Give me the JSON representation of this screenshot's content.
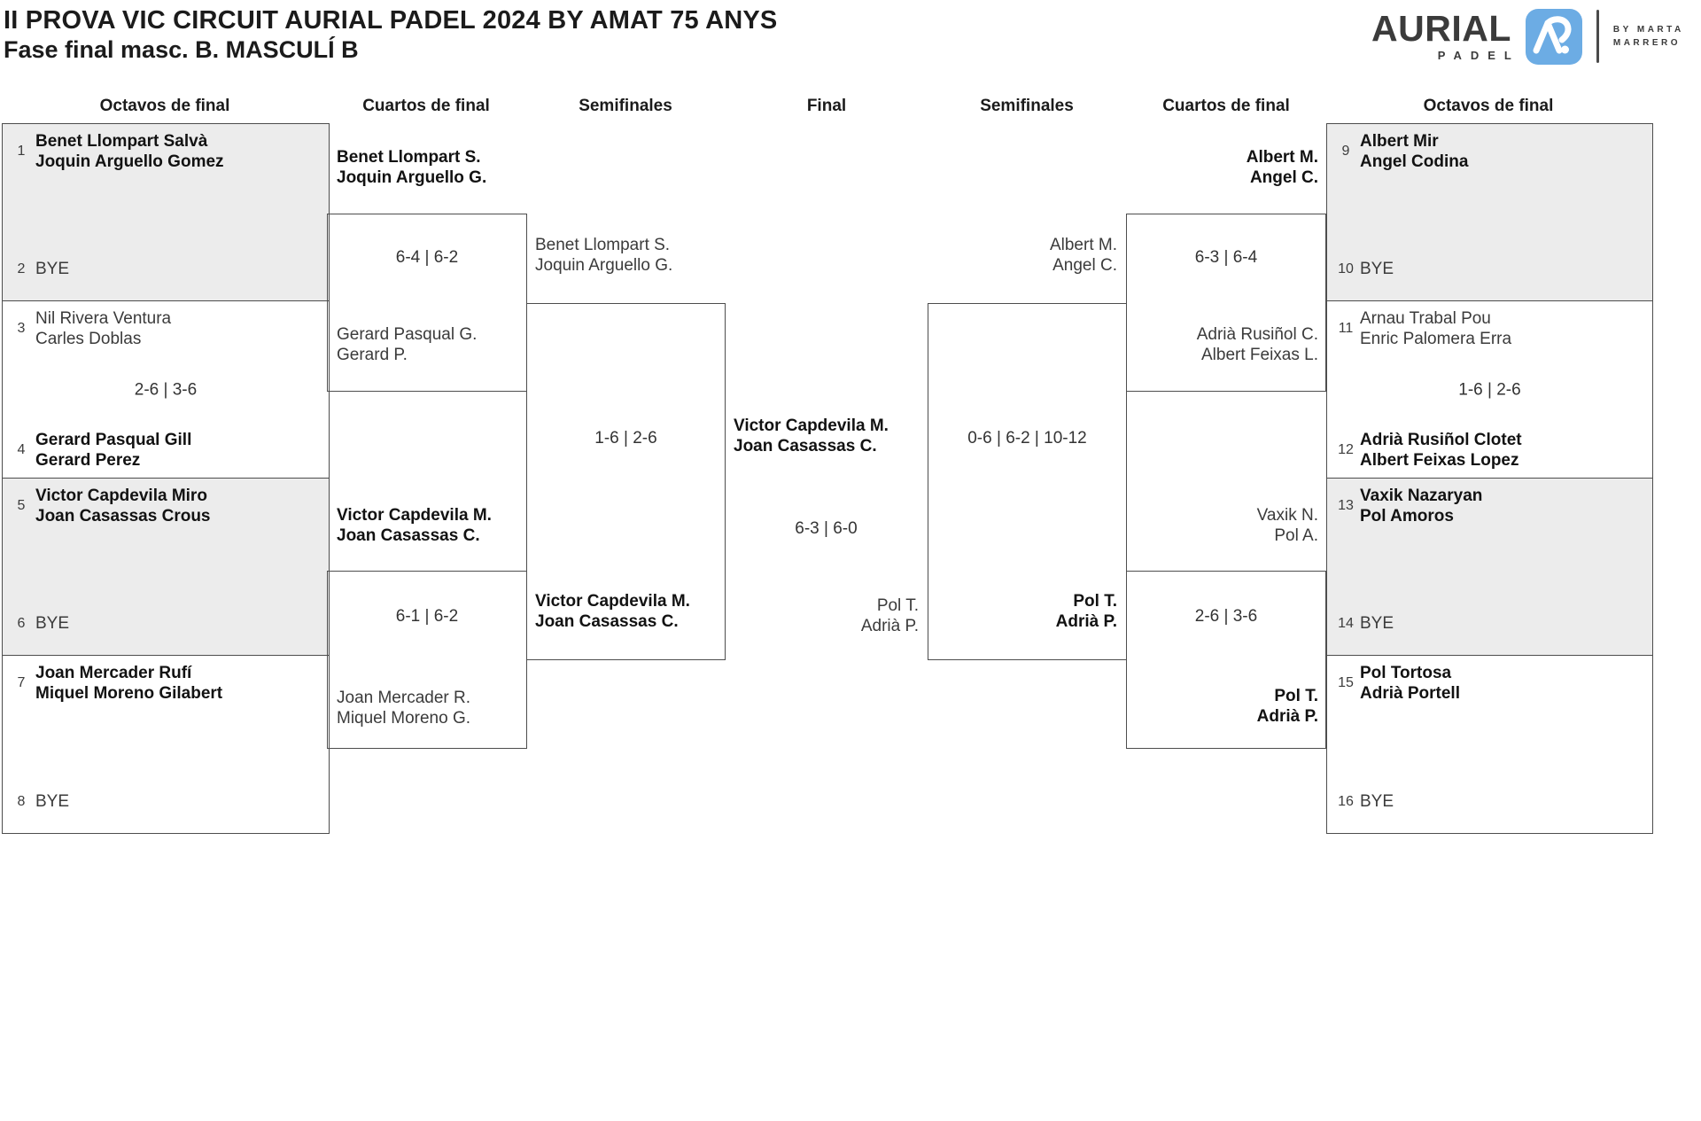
{
  "page": {
    "title": "II PROVA VIC CIRCUIT AURIAL PADEL 2024 BY AMAT 75 ANYS",
    "subtitle": "Fase final masc. B. MASCULÍ B"
  },
  "logo": {
    "brand": "AURIAL",
    "brand_sub": "PADEL",
    "credit_line1": "BY MARTA",
    "credit_line2": "MARRERO",
    "icon": "aurial-ar-monogram-icon",
    "icon_color": "#6CACE4",
    "ink_color": "#3B3B3B"
  },
  "rounds": [
    "Octavos de final",
    "Cuartos de final",
    "Semifinales",
    "Final",
    "Semifinales",
    "Cuartos de final",
    "Octavos de final"
  ],
  "colors": {
    "box_fill": "#ECECEC",
    "box_border": "#4D4D4D",
    "winner_text": "#121212",
    "regular_text": "#3B3B3B",
    "score_text": "#333333"
  },
  "bracket": {
    "octavos_left": {
      "matches": [
        {
          "p1": {
            "seed": "1",
            "name1": "Benet Llompart Salvà",
            "name2": "Joquin Arguello Gomez",
            "winner": true
          },
          "score": "",
          "p2": {
            "seed": "2",
            "name1": "BYE",
            "name2": "",
            "winner": false
          }
        },
        {
          "p1": {
            "seed": "3",
            "name1": "Nil Rivera Ventura",
            "name2": "Carles Doblas",
            "winner": false
          },
          "score": "2-6 | 3-6",
          "p2": {
            "seed": "4",
            "name1": "Gerard Pasqual Gill",
            "name2": "Gerard Perez",
            "winner": true
          }
        },
        {
          "p1": {
            "seed": "5",
            "name1": "Victor Capdevila Miro",
            "name2": "Joan Casassas Crous",
            "winner": true
          },
          "score": "",
          "p2": {
            "seed": "6",
            "name1": "BYE",
            "name2": "",
            "winner": false
          }
        },
        {
          "p1": {
            "seed": "7",
            "name1": "Joan Mercader Rufí",
            "name2": "Miquel Moreno Gilabert",
            "winner": true
          },
          "score": "",
          "p2": {
            "seed": "8",
            "name1": "BYE",
            "name2": "",
            "winner": false
          }
        }
      ]
    },
    "octavos_right": {
      "matches": [
        {
          "p1": {
            "seed": "9",
            "name1": "Albert Mir",
            "name2": "Angel Codina",
            "winner": true
          },
          "score": "",
          "p2": {
            "seed": "10",
            "name1": "BYE",
            "name2": "",
            "winner": false
          }
        },
        {
          "p1": {
            "seed": "11",
            "name1": "Arnau Trabal Pou",
            "name2": "Enric Palomera Erra",
            "winner": false
          },
          "score": "1-6 | 2-6",
          "p2": {
            "seed": "12",
            "name1": "Adrià Rusiñol Clotet",
            "name2": "Albert Feixas Lopez",
            "winner": true
          }
        },
        {
          "p1": {
            "seed": "13",
            "name1": "Vaxik Nazaryan",
            "name2": "Pol Amoros",
            "winner": true
          },
          "score": "",
          "p2": {
            "seed": "14",
            "name1": "BYE",
            "name2": "",
            "winner": false
          }
        },
        {
          "p1": {
            "seed": "15",
            "name1": "Pol Tortosa",
            "name2": "Adrià Portell",
            "winner": true
          },
          "score": "",
          "p2": {
            "seed": "16",
            "name1": "BYE",
            "name2": "",
            "winner": false
          }
        }
      ]
    },
    "cuartos_left": {
      "matches": [
        {
          "top": {
            "name1": "Benet Llompart S.",
            "name2": "Joquin Arguello G.",
            "winner": true
          },
          "score": "6-4 | 6-2",
          "bottom": {
            "name1": "Gerard Pasqual G.",
            "name2": "Gerard P.",
            "winner": false
          }
        },
        {
          "top": {
            "name1": "Victor Capdevila M.",
            "name2": "Joan Casassas C.",
            "winner": true
          },
          "score": "6-1 | 6-2",
          "bottom": {
            "name1": "Joan Mercader R.",
            "name2": "Miquel Moreno G.",
            "winner": false
          }
        }
      ]
    },
    "cuartos_right": {
      "matches": [
        {
          "top": {
            "name1": "Albert M.",
            "name2": "Angel C.",
            "winner": true
          },
          "score": "6-3 | 6-4",
          "bottom": {
            "name1": "Adrià Rusiñol C.",
            "name2": "Albert Feixas L.",
            "winner": false
          }
        },
        {
          "top": {
            "name1": "Vaxik N.",
            "name2": "Pol A.",
            "winner": false
          },
          "score": "2-6 | 3-6",
          "bottom": {
            "name1": "Pol T.",
            "name2": "Adrià P.",
            "winner": true
          }
        }
      ]
    },
    "semis_left": {
      "top": {
        "name1": "Benet Llompart S.",
        "name2": "Joquin Arguello G.",
        "winner": false
      },
      "score": "1-6 | 2-6",
      "bottom": {
        "name1": "Victor Capdevila M.",
        "name2": "Joan Casassas C.",
        "winner": true
      }
    },
    "semis_right": {
      "top": {
        "name1": "Albert M.",
        "name2": "Angel C.",
        "winner": false
      },
      "score": "0-6 | 6-2 | 10-12",
      "bottom": {
        "name1": "Pol T.",
        "name2": "Adrià P.",
        "winner": true
      }
    },
    "final": {
      "champion": {
        "name1": "Victor Capdevila M.",
        "name2": "Joan Casassas C.",
        "winner": true
      },
      "score": "6-3 | 6-0",
      "runner_up": {
        "name1": "Pol T.",
        "name2": "Adrià P.",
        "winner": false
      }
    }
  }
}
